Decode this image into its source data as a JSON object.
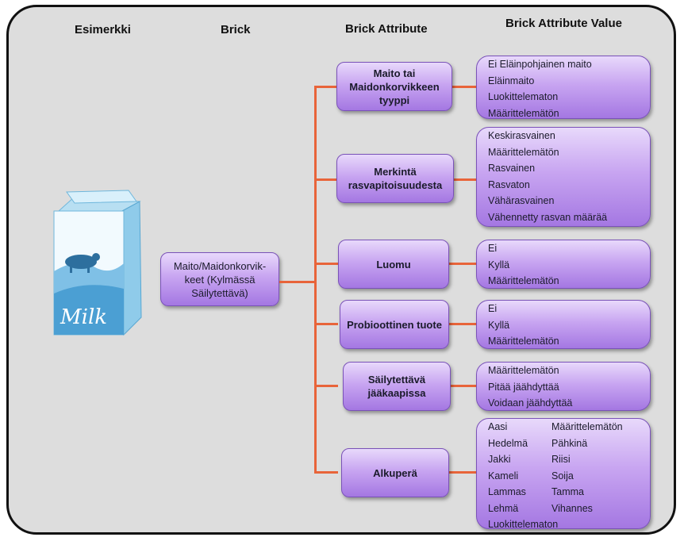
{
  "headers": {
    "example": "Esimerkki",
    "brick": "Brick",
    "attribute": "Brick Attribute",
    "value": "Brick Attribute Value"
  },
  "example": {
    "icon": "milk-carton-icon",
    "carton_text": "Milk"
  },
  "brick": {
    "label": "Maito/Maidonkorvik-keet (Kylmässä Säilytettävä)"
  },
  "attributes": [
    {
      "label": "Maito tai Maidonkorvikkeen tyyppi",
      "values": [
        "Ei Eläinpohjainen maito",
        "Eläinmaito",
        "Luokittelematon",
        "Määrittelemätön"
      ]
    },
    {
      "label": "Merkintä rasvapitoisuudesta",
      "values": [
        "Keskirasvainen",
        "Määrittelemätön",
        "Rasvainen",
        "Rasvaton",
        "Vähärasvainen",
        "Vähennetty rasvan määrää"
      ]
    },
    {
      "label": "Luomu",
      "values": [
        "Ei",
        "Kyllä",
        "Määrittelemätön"
      ]
    },
    {
      "label": "Probioottinen tuote",
      "values": [
        "Ei",
        "Kyllä",
        "Määrittelemätön"
      ]
    },
    {
      "label": "Säilytettävä jääkaapissa",
      "values": [
        "Määrittelemätön",
        "Pitää jäähdyttää",
        "Voidaan jäähdyttää"
      ]
    },
    {
      "label": "Alkuperä",
      "values": [
        "Aasi",
        "Määrittelemätön",
        "Hedelmä",
        "Pähkinä",
        "Jakki",
        "Riisi",
        "Kameli",
        "Soija",
        "Lammas",
        "Tamma",
        "Lehmä",
        "Vihannes",
        "Luokittelematon"
      ]
    }
  ],
  "colors": {
    "connector": "#e8643a",
    "box_top": "#e8d9fb",
    "box_bottom": "#a477e2",
    "frame_bg": "#dddddd"
  }
}
